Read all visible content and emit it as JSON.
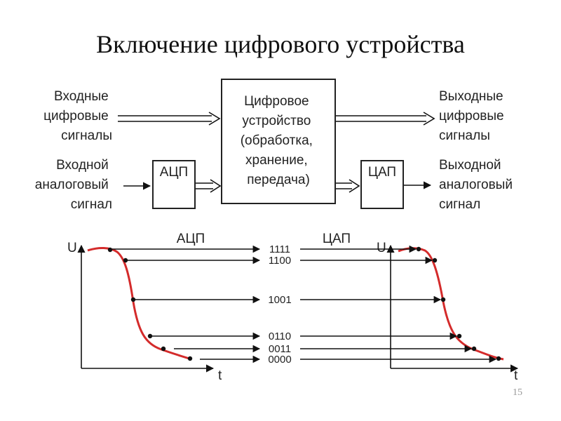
{
  "slide": {
    "title": "Включение цифрового устройства",
    "number": "15"
  },
  "block_diagram": {
    "input_digital": [
      "Входные",
      "цифровые",
      "сигналы"
    ],
    "input_analog": [
      "Входной",
      "аналоговый",
      "сигнал"
    ],
    "adc_label": "АЦП",
    "device": [
      "Цифровое",
      "устройство",
      "(обработка,",
      "хранение,",
      "передача)"
    ],
    "dac_label": "ЦАП",
    "output_digital": [
      "Выходные",
      "цифровые",
      "сигналы"
    ],
    "output_analog": [
      "Выходной",
      "аналоговый",
      "сигнал"
    ]
  },
  "graphs": {
    "adc_label": "АЦП",
    "dac_label": "ЦАП",
    "y_axis_label": "U",
    "x_axis_label": "t",
    "codes": [
      "1111",
      "1100",
      "1001",
      "0110",
      "0011",
      "0000"
    ],
    "curve_color": "#d42b2b"
  }
}
